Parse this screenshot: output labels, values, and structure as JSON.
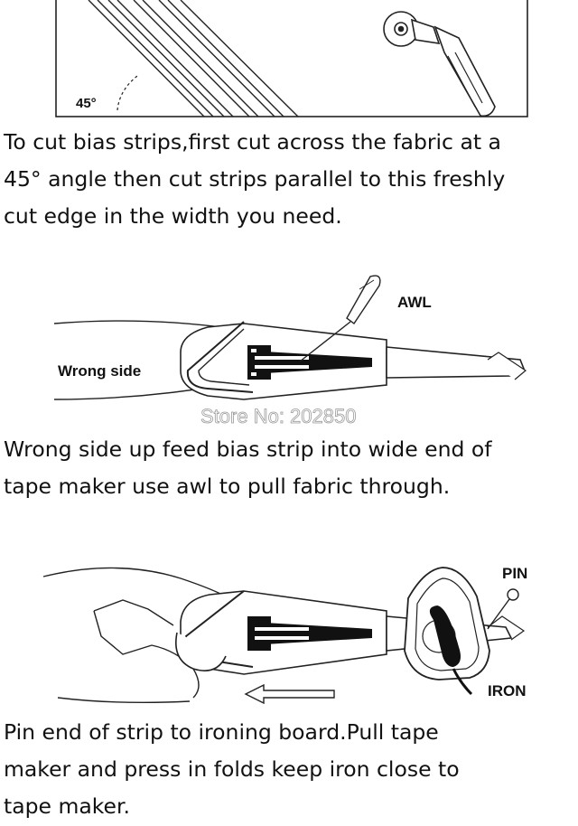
{
  "panel1": {
    "angle_label": "45°",
    "caption_lines": [
      "To cut bias strips,first cut across the fabric at a",
      "45° angle then cut strips parallel to this freshly",
      "cut edge in the width you need."
    ]
  },
  "panel2": {
    "awl_label": "AWL",
    "wrong_side_label": "Wrong side",
    "watermark": "Store No: 202850",
    "caption_lines": [
      "Wrong side up feed bias strip into wide end of",
      "tape maker use awl to pull fabric through."
    ]
  },
  "panel3": {
    "pin_label": "PIN",
    "iron_label": "IRON",
    "caption_lines": [
      "Pin end of strip to ironing board.Pull tape",
      "maker and press in folds keep iron close to",
      "tape maker."
    ]
  }
}
